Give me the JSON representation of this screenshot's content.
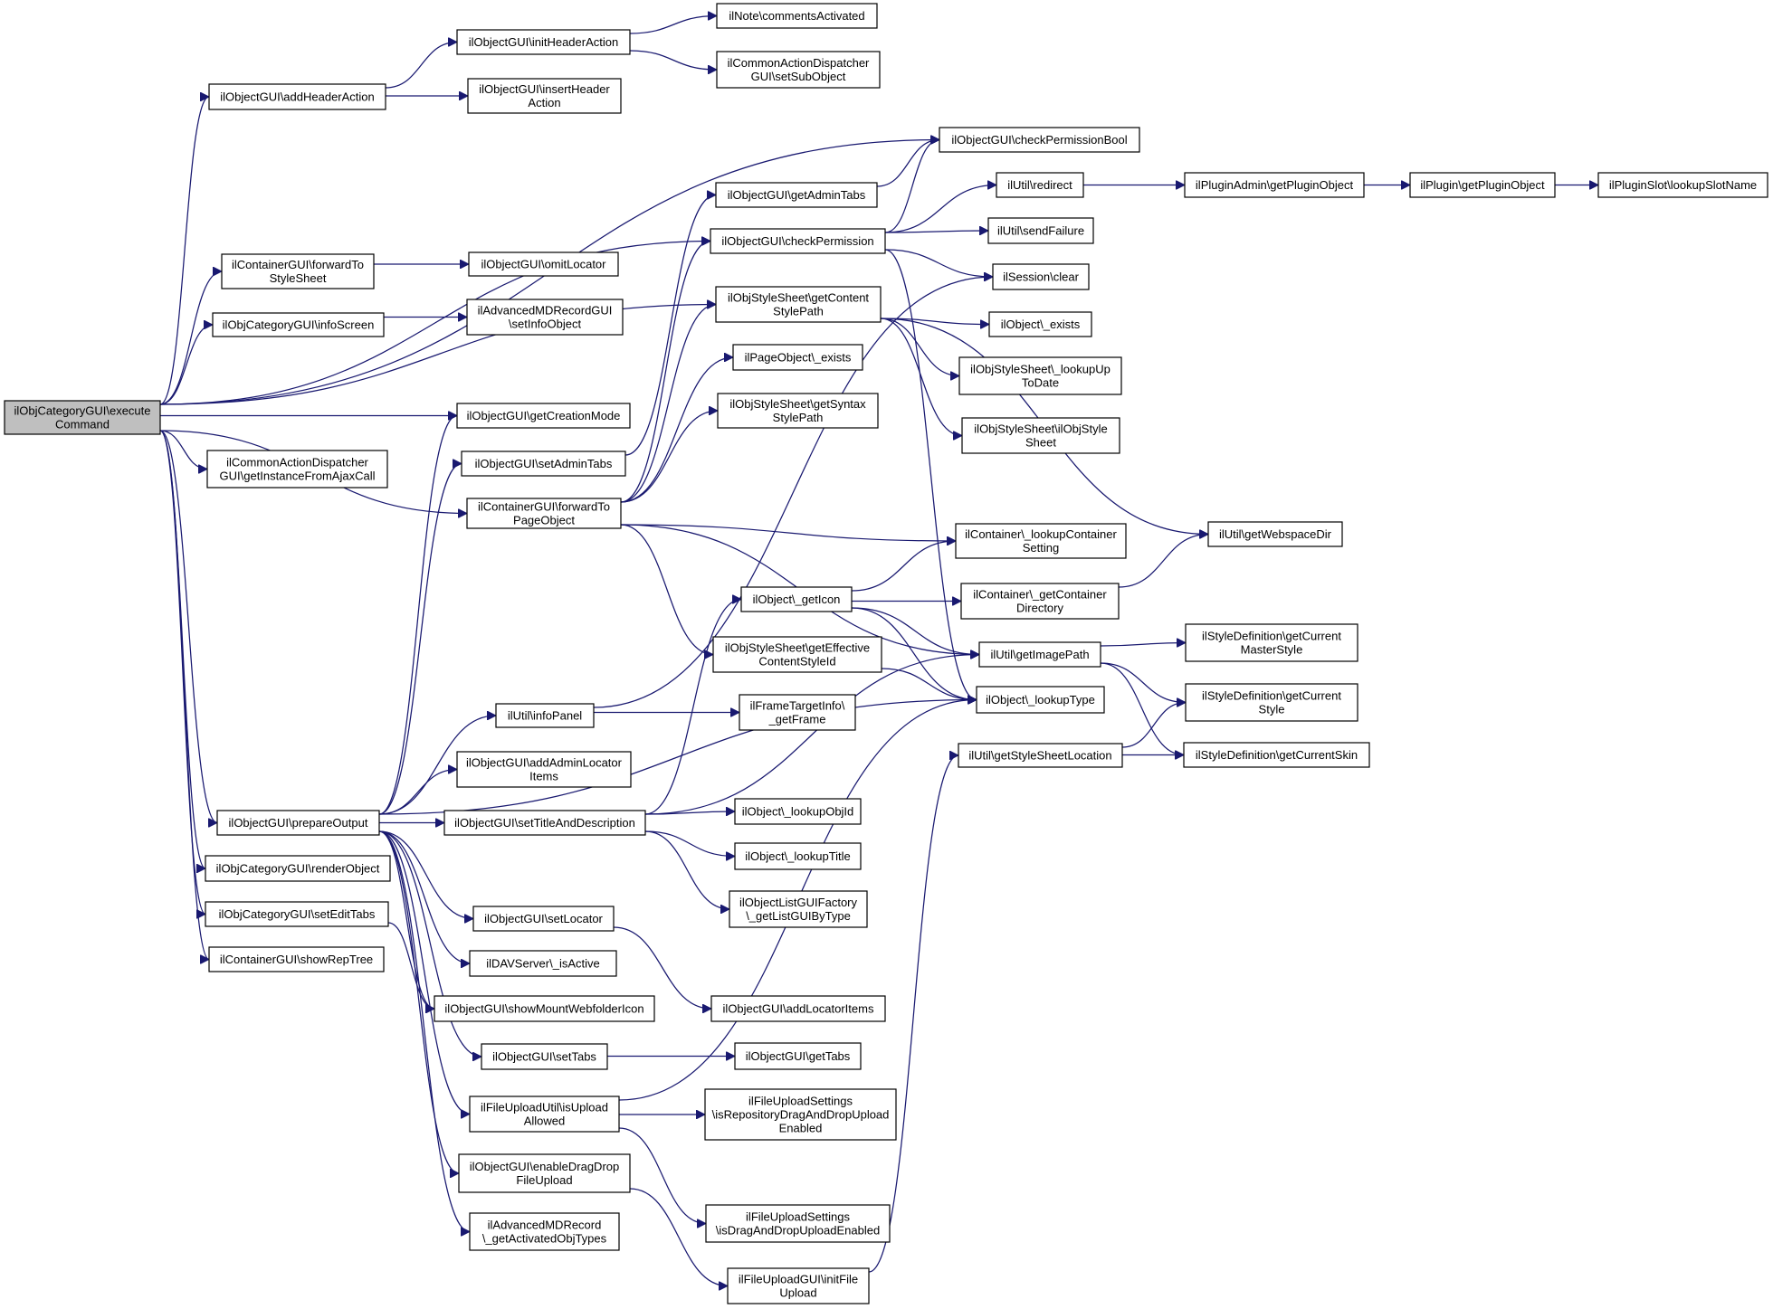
{
  "diagram": {
    "root": "executeCommand",
    "nodes": [
      {
        "id": "executeCommand",
        "lines": [
          "ilObjCategoryGUI\\execute",
          "Command"
        ],
        "root": true
      },
      {
        "id": "addHeaderAction",
        "lines": [
          "ilObjectGUI\\addHeaderAction"
        ]
      },
      {
        "id": "initHeaderAction",
        "lines": [
          "ilObjectGUI\\initHeaderAction"
        ]
      },
      {
        "id": "commentsActivated",
        "lines": [
          "ilNote\\commentsActivated"
        ]
      },
      {
        "id": "setSubObject",
        "lines": [
          "ilCommonActionDispatcher",
          "GUI\\setSubObject"
        ]
      },
      {
        "id": "insertHeaderAction",
        "lines": [
          "ilObjectGUI\\insertHeader",
          "Action"
        ]
      },
      {
        "id": "checkPermissionBool",
        "lines": [
          "ilObjectGUI\\checkPermissionBool"
        ]
      },
      {
        "id": "getAdminTabs",
        "lines": [
          "ilObjectGUI\\getAdminTabs"
        ]
      },
      {
        "id": "redirect",
        "lines": [
          "ilUtil\\redirect"
        ]
      },
      {
        "id": "getPluginObjectAdmin",
        "lines": [
          "ilPluginAdmin\\getPluginObject"
        ]
      },
      {
        "id": "getPluginObject",
        "lines": [
          "ilPlugin\\getPluginObject"
        ]
      },
      {
        "id": "lookupSlotName",
        "lines": [
          "ilPluginSlot\\lookupSlotName"
        ]
      },
      {
        "id": "checkPermission",
        "lines": [
          "ilObjectGUI\\checkPermission"
        ]
      },
      {
        "id": "sendFailure",
        "lines": [
          "ilUtil\\sendFailure"
        ]
      },
      {
        "id": "forwardToStyleSheet",
        "lines": [
          "ilContainerGUI\\forwardTo",
          "StyleSheet"
        ]
      },
      {
        "id": "omitLocator",
        "lines": [
          "ilObjectGUI\\omitLocator"
        ]
      },
      {
        "id": "sessionClear",
        "lines": [
          "ilSession\\clear"
        ]
      },
      {
        "id": "getContentStylePath",
        "lines": [
          "ilObjStyleSheet\\getContent",
          "StylePath"
        ]
      },
      {
        "id": "infoScreen",
        "lines": [
          "ilObjCategoryGUI\\infoScreen"
        ]
      },
      {
        "id": "setInfoObject",
        "lines": [
          "ilAdvancedMDRecordGUI",
          "\\setInfoObject"
        ]
      },
      {
        "id": "objectExists",
        "lines": [
          "ilObject\\_exists"
        ]
      },
      {
        "id": "pageObjectExists",
        "lines": [
          "ilPageObject\\_exists"
        ]
      },
      {
        "id": "lookupUpToDate",
        "lines": [
          "ilObjStyleSheet\\_lookupUp",
          "ToDate"
        ]
      },
      {
        "id": "getSyntaxStylePath",
        "lines": [
          "ilObjStyleSheet\\getSyntax",
          "StylePath"
        ]
      },
      {
        "id": "getCreationMode",
        "lines": [
          "ilObjectGUI\\getCreationMode"
        ]
      },
      {
        "id": "ilObjStyleSheetCtor",
        "lines": [
          "ilObjStyleSheet\\ilObjStyle",
          "Sheet"
        ]
      },
      {
        "id": "getInstanceFromAjaxCall",
        "lines": [
          "ilCommonActionDispatcher",
          "GUI\\getInstanceFromAjaxCall"
        ]
      },
      {
        "id": "setAdminTabs",
        "lines": [
          "ilObjectGUI\\setAdminTabs"
        ]
      },
      {
        "id": "forwardToPageObject",
        "lines": [
          "ilContainerGUI\\forwardTo",
          "PageObject"
        ]
      },
      {
        "id": "getWebspaceDir",
        "lines": [
          "ilUtil\\getWebspaceDir"
        ]
      },
      {
        "id": "lookupContainerSetting",
        "lines": [
          "ilContainer\\_lookupContainer",
          "Setting"
        ]
      },
      {
        "id": "getIcon",
        "lines": [
          "ilObject\\_getIcon"
        ]
      },
      {
        "id": "getContainerDirectory",
        "lines": [
          "ilContainer\\_getContainer",
          "Directory"
        ]
      },
      {
        "id": "getEffectiveContentStyleId",
        "lines": [
          "ilObjStyleSheet\\getEffective",
          "ContentStyleId"
        ]
      },
      {
        "id": "getImagePath",
        "lines": [
          "ilUtil\\getImagePath"
        ]
      },
      {
        "id": "getCurrentMasterStyle",
        "lines": [
          "ilStyleDefinition\\getCurrent",
          "MasterStyle"
        ]
      },
      {
        "id": "getCurrentStyle",
        "lines": [
          "ilStyleDefinition\\getCurrent",
          "Style"
        ]
      },
      {
        "id": "lookupType",
        "lines": [
          "ilObject\\_lookupType"
        ]
      },
      {
        "id": "infoPanel",
        "lines": [
          "ilUtil\\infoPanel"
        ]
      },
      {
        "id": "getFrame",
        "lines": [
          "ilFrameTargetInfo\\",
          "_getFrame"
        ]
      },
      {
        "id": "getStyleSheetLocation",
        "lines": [
          "ilUtil\\getStyleSheetLocation"
        ]
      },
      {
        "id": "getCurrentSkin",
        "lines": [
          "ilStyleDefinition\\getCurrentSkin"
        ]
      },
      {
        "id": "addAdminLocatorItems",
        "lines": [
          "ilObjectGUI\\addAdminLocator",
          "Items"
        ]
      },
      {
        "id": "prepareOutput",
        "lines": [
          "ilObjectGUI\\prepareOutput"
        ]
      },
      {
        "id": "setTitleAndDescription",
        "lines": [
          "ilObjectGUI\\setTitleAndDescription"
        ]
      },
      {
        "id": "lookupObjId",
        "lines": [
          "ilObject\\_lookupObjId"
        ]
      },
      {
        "id": "lookupTitle",
        "lines": [
          "ilObject\\_lookupTitle"
        ]
      },
      {
        "id": "renderObject",
        "lines": [
          "ilObjCategoryGUI\\renderObject"
        ]
      },
      {
        "id": "getListGUIByType",
        "lines": [
          "ilObjectListGUIFactory",
          "\\_getListGUIByType"
        ]
      },
      {
        "id": "setEditTabs",
        "lines": [
          "ilObjCategoryGUI\\setEditTabs"
        ]
      },
      {
        "id": "setLocator",
        "lines": [
          "ilObjectGUI\\setLocator"
        ]
      },
      {
        "id": "showRepTree",
        "lines": [
          "ilContainerGUI\\showRepTree"
        ]
      },
      {
        "id": "davIsActive",
        "lines": [
          "ilDAVServer\\_isActive"
        ]
      },
      {
        "id": "addLocatorItems",
        "lines": [
          "ilObjectGUI\\addLocatorItems"
        ]
      },
      {
        "id": "showMountWebfolderIcon",
        "lines": [
          "ilObjectGUI\\showMountWebfolderIcon"
        ]
      },
      {
        "id": "setTabs",
        "lines": [
          "ilObjectGUI\\setTabs"
        ]
      },
      {
        "id": "getTabs",
        "lines": [
          "ilObjectGUI\\getTabs"
        ]
      },
      {
        "id": "isUploadAllowed",
        "lines": [
          "ilFileUploadUtil\\isUpload",
          "Allowed"
        ]
      },
      {
        "id": "isRepositoryDragAndDropUploadEnabled",
        "lines": [
          "ilFileUploadSettings",
          "\\isRepositoryDragAndDropUpload",
          "Enabled"
        ]
      },
      {
        "id": "enableDragDropFileUpload",
        "lines": [
          "ilObjectGUI\\enableDragDrop",
          "FileUpload"
        ]
      },
      {
        "id": "isDragAndDropUploadEnabled",
        "lines": [
          "ilFileUploadSettings",
          "\\isDragAndDropUploadEnabled"
        ]
      },
      {
        "id": "getActivatedObjTypes",
        "lines": [
          "ilAdvancedMDRecord",
          "\\_getActivatedObjTypes"
        ]
      },
      {
        "id": "initFileUpload",
        "lines": [
          "ilFileUploadGUI\\initFile",
          "Upload"
        ]
      }
    ],
    "edges": [
      [
        "executeCommand",
        "addHeaderAction"
      ],
      [
        "executeCommand",
        "checkPermissionBool"
      ],
      [
        "executeCommand",
        "checkPermission"
      ],
      [
        "executeCommand",
        "forwardToStyleSheet"
      ],
      [
        "executeCommand",
        "infoScreen"
      ],
      [
        "executeCommand",
        "getContentStylePath"
      ],
      [
        "executeCommand",
        "getCreationMode"
      ],
      [
        "executeCommand",
        "getInstanceFromAjaxCall"
      ],
      [
        "executeCommand",
        "forwardToPageObject"
      ],
      [
        "executeCommand",
        "prepareOutput"
      ],
      [
        "executeCommand",
        "renderObject"
      ],
      [
        "executeCommand",
        "setEditTabs"
      ],
      [
        "executeCommand",
        "showRepTree"
      ],
      [
        "addHeaderAction",
        "initHeaderAction"
      ],
      [
        "addHeaderAction",
        "insertHeaderAction"
      ],
      [
        "initHeaderAction",
        "commentsActivated"
      ],
      [
        "initHeaderAction",
        "setSubObject"
      ],
      [
        "getAdminTabs",
        "checkPermissionBool"
      ],
      [
        "checkPermission",
        "checkPermissionBool"
      ],
      [
        "checkPermission",
        "redirect"
      ],
      [
        "checkPermission",
        "sendFailure"
      ],
      [
        "checkPermission",
        "sessionClear"
      ],
      [
        "checkPermission",
        "lookupType"
      ],
      [
        "redirect",
        "getPluginObjectAdmin"
      ],
      [
        "getPluginObjectAdmin",
        "getPluginObject"
      ],
      [
        "getPluginObject",
        "lookupSlotName"
      ],
      [
        "forwardToStyleSheet",
        "omitLocator"
      ],
      [
        "infoScreen",
        "setInfoObject"
      ],
      [
        "getContentStylePath",
        "objectExists"
      ],
      [
        "getContentStylePath",
        "lookupUpToDate"
      ],
      [
        "getContentStylePath",
        "ilObjStyleSheetCtor"
      ],
      [
        "getContentStylePath",
        "getWebspaceDir"
      ],
      [
        "setAdminTabs",
        "getAdminTabs"
      ],
      [
        "forwardToPageObject",
        "checkPermission"
      ],
      [
        "forwardToPageObject",
        "getContentStylePath"
      ],
      [
        "forwardToPageObject",
        "pageObjectExists"
      ],
      [
        "forwardToPageObject",
        "getSyntaxStylePath"
      ],
      [
        "forwardToPageObject",
        "lookupContainerSetting"
      ],
      [
        "forwardToPageObject",
        "getEffectiveContentStyleId"
      ],
      [
        "forwardToPageObject",
        "getImagePath"
      ],
      [
        "getIcon",
        "lookupContainerSetting"
      ],
      [
        "getIcon",
        "getContainerDirectory"
      ],
      [
        "getIcon",
        "getImagePath"
      ],
      [
        "getIcon",
        "lookupType"
      ],
      [
        "getContainerDirectory",
        "getWebspaceDir"
      ],
      [
        "getEffectiveContentStyleId",
        "lookupType"
      ],
      [
        "getImagePath",
        "getCurrentMasterStyle"
      ],
      [
        "getImagePath",
        "getCurrentStyle"
      ],
      [
        "getImagePath",
        "getCurrentSkin"
      ],
      [
        "getStyleSheetLocation",
        "getCurrentStyle"
      ],
      [
        "getStyleSheetLocation",
        "getCurrentSkin"
      ],
      [
        "infoPanel",
        "sessionClear"
      ],
      [
        "infoPanel",
        "getFrame"
      ],
      [
        "prepareOutput",
        "getCreationMode"
      ],
      [
        "prepareOutput",
        "setAdminTabs"
      ],
      [
        "prepareOutput",
        "infoPanel"
      ],
      [
        "prepareOutput",
        "addAdminLocatorItems"
      ],
      [
        "prepareOutput",
        "setTitleAndDescription"
      ],
      [
        "prepareOutput",
        "setLocator"
      ],
      [
        "prepareOutput",
        "davIsActive"
      ],
      [
        "prepareOutput",
        "showMountWebfolderIcon"
      ],
      [
        "prepareOutput",
        "setTabs"
      ],
      [
        "prepareOutput",
        "isUploadAllowed"
      ],
      [
        "prepareOutput",
        "enableDragDropFileUpload"
      ],
      [
        "prepareOutput",
        "getActivatedObjTypes"
      ],
      [
        "prepareOutput",
        "lookupType"
      ],
      [
        "setTitleAndDescription",
        "getIcon"
      ],
      [
        "setTitleAndDescription",
        "getImagePath"
      ],
      [
        "setTitleAndDescription",
        "lookupObjId"
      ],
      [
        "setTitleAndDescription",
        "lookupTitle"
      ],
      [
        "setTitleAndDescription",
        "getListGUIByType"
      ],
      [
        "setEditTabs",
        "showMountWebfolderIcon"
      ],
      [
        "setLocator",
        "addLocatorItems"
      ],
      [
        "setTabs",
        "getTabs"
      ],
      [
        "isUploadAllowed",
        "isRepositoryDragAndDropUploadEnabled"
      ],
      [
        "isUploadAllowed",
        "isDragAndDropUploadEnabled"
      ],
      [
        "isUploadAllowed",
        "lookupType"
      ],
      [
        "enableDragDropFileUpload",
        "initFileUpload"
      ],
      [
        "initFileUpload",
        "getStyleSheetLocation"
      ]
    ]
  }
}
